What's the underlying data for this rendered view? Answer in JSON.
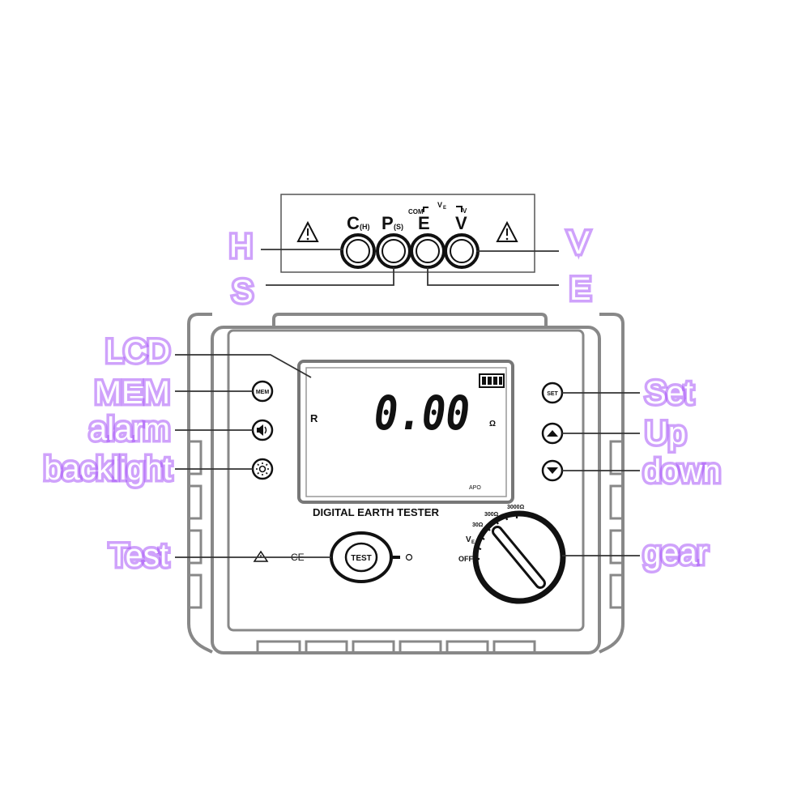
{
  "terminal_panel": {
    "terminals": {
      "c_main": "C",
      "c_sub": "(H)",
      "p_main": "P",
      "p_sub": "(S)",
      "e_main": "E",
      "e_top": "COM",
      "v_main": "V",
      "v_top_left": "V",
      "v_top_left_sub": "E",
      "v_top_right": "V"
    }
  },
  "callouts": {
    "h": "H",
    "s": "S",
    "v": "V",
    "e": "E",
    "lcd": "LCD",
    "mem": "MEM",
    "alarm": "alarm",
    "backlight": "backlight",
    "test": "Test",
    "set": "Set",
    "up": "Up",
    "down": "down",
    "gear": "gear"
  },
  "device": {
    "title": "DIGITAL EARTH TESTER",
    "lcd": {
      "reading": "0.00",
      "mode_label": "R",
      "unit": "Ω",
      "apo": "APO"
    },
    "buttons": {
      "mem": "MEM",
      "set": "SET",
      "test": "TEST"
    },
    "ce_mark": "CE",
    "dial": {
      "positions": [
        "OFF",
        "VE",
        "30Ω",
        "300Ω",
        "3000Ω"
      ],
      "off": "OFF",
      "ve_main": "V",
      "ve_sub": "E",
      "r30": "30Ω",
      "r300": "300Ω",
      "r3000": "3000Ω"
    }
  },
  "colors": {
    "glow": "#a855f7",
    "line": "#333333",
    "body": "#9a9a9a"
  }
}
